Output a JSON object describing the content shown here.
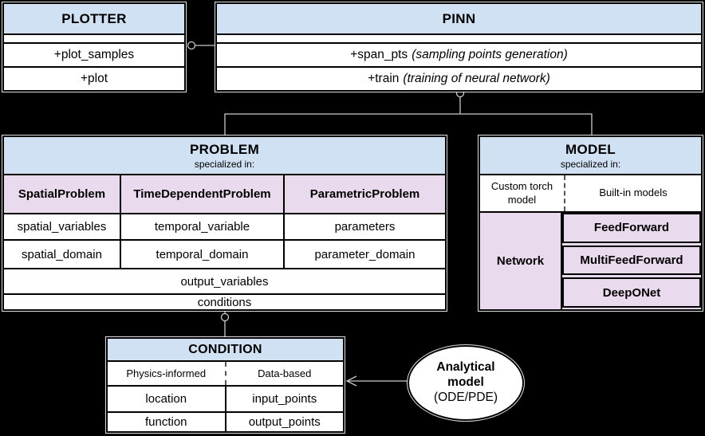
{
  "colors": {
    "canvas_bg": "#000000",
    "line": "#c9c9c9",
    "header_blue": "#cfe1f3",
    "lavender": "#eadaee"
  },
  "plotter": {
    "title": "PLOTTER",
    "methods": [
      "+plot_samples",
      "+plot"
    ]
  },
  "pinn": {
    "title": "PINN",
    "methods": [
      {
        "name": "+span_pts",
        "note": "(sampling points generation)"
      },
      {
        "name": "+train",
        "note": "(training of neural network)"
      }
    ]
  },
  "problem": {
    "title": "PROBLEM",
    "subtitle": "specialized in:",
    "subclasses": [
      "SpatialProblem",
      "TimeDependentProblem",
      "ParametricProblem"
    ],
    "attr_rows": [
      [
        "spatial_variables",
        "temporal_variable",
        "parameters"
      ],
      [
        "spatial_domain",
        "temporal_domain",
        "parameter_domain"
      ]
    ],
    "full_rows": [
      "output_variables",
      "conditions"
    ]
  },
  "model": {
    "title": "MODEL",
    "subtitle": "specialized in:",
    "split_left": "Custom torch model",
    "split_right": "Built-in models",
    "network_label": "Network",
    "builtin_models": [
      "FeedForward",
      "MultiFeedForward",
      "DeepONet"
    ]
  },
  "condition": {
    "title": "CONDITION",
    "split_left": "Physics-informed",
    "split_right": "Data-based",
    "rows": [
      [
        "location",
        "input_points"
      ],
      [
        "function",
        "output_points"
      ]
    ]
  },
  "ellipse": {
    "line1": "Analytical",
    "line2": "model",
    "line3": "(ODE/PDE)"
  }
}
